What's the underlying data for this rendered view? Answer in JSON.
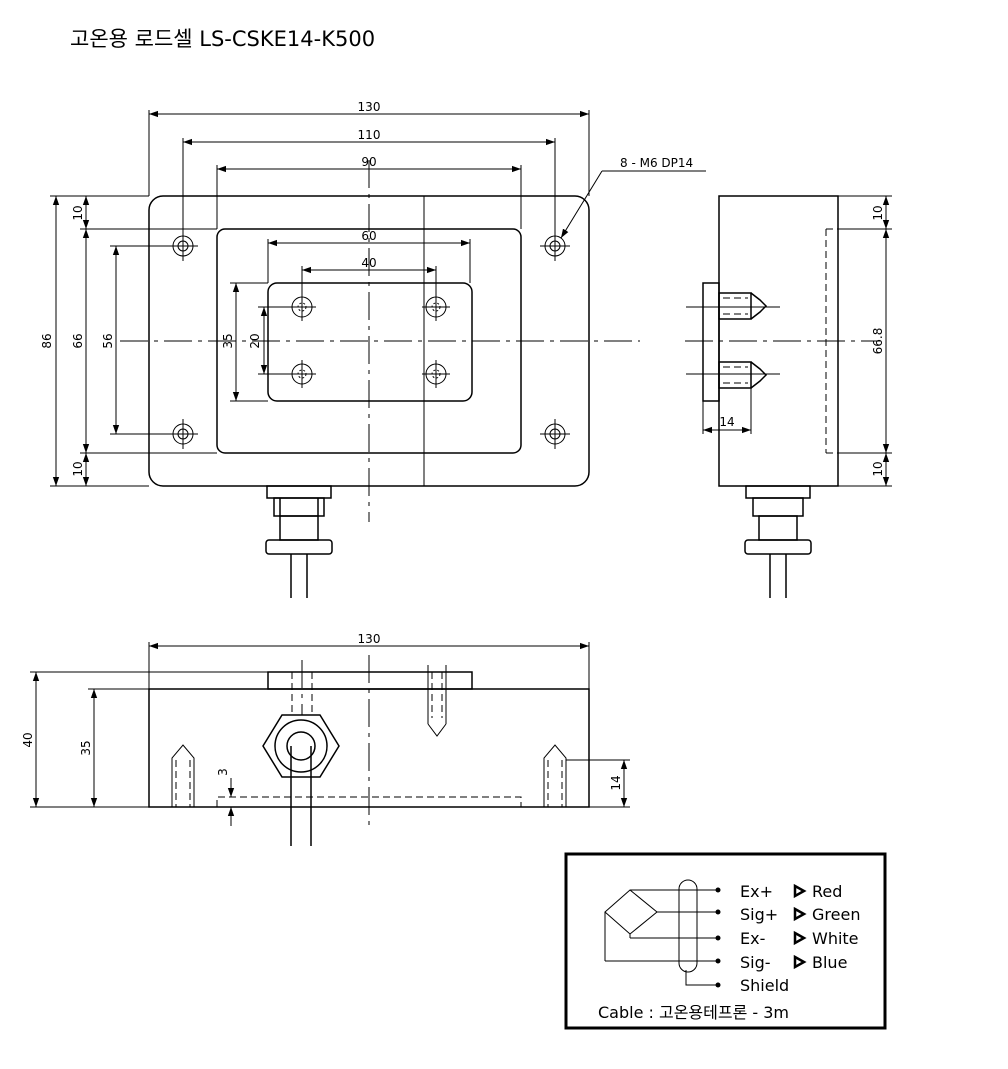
{
  "title": "고온용 로드셀 LS-CSKE14-K500",
  "front_view": {
    "dim_130": "130",
    "dim_110": "110",
    "dim_90": "90",
    "dim_60": "60",
    "dim_40": "40",
    "dim_86": "86",
    "dim_66": "66",
    "dim_56": "56",
    "dim_35": "35",
    "dim_20": "20",
    "dim_10_top": "10",
    "dim_10_bottom": "10",
    "hole_callout": "8 - M6 DP14"
  },
  "side_view": {
    "dim_10_top": "10",
    "dim_66_8": "66.8",
    "dim_10_bottom": "10",
    "dim_14": "14"
  },
  "bottom_view": {
    "dim_130": "130",
    "dim_40": "40",
    "dim_35": "35",
    "dim_3": "3",
    "dim_14": "14"
  },
  "legend": {
    "wires": [
      {
        "terminal": "Ex+",
        "color": "Red"
      },
      {
        "terminal": "Sig+",
        "color": "Green"
      },
      {
        "terminal": "Ex-",
        "color": "White"
      },
      {
        "terminal": "Sig-",
        "color": "Blue"
      }
    ],
    "shield": "Shield",
    "cable": "Cable : 고온용테프론 - 3m"
  }
}
